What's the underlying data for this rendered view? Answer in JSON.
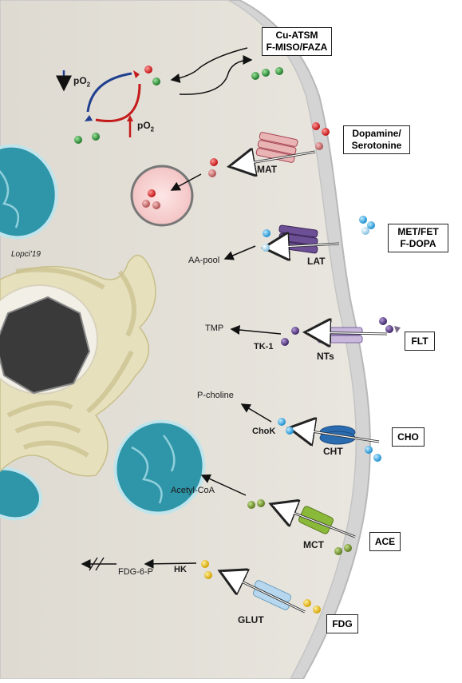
{
  "diagram": {
    "signature": "Lopci'19",
    "hypoxia": {
      "po2_down": "pO",
      "po2_up": "pO",
      "subscript": "2"
    },
    "tracer_boxes": [
      {
        "id": "hypoxia",
        "lines": [
          "Cu-ATSM",
          "F-MISO/FAZA"
        ]
      },
      {
        "id": "dopamine",
        "lines": [
          "Dopamine/",
          "Serotonine"
        ]
      },
      {
        "id": "amino",
        "lines": [
          "MET/FET",
          "F-DOPA"
        ]
      },
      {
        "id": "flt",
        "lines": [
          "FLT"
        ]
      },
      {
        "id": "cho",
        "lines": [
          "CHO"
        ]
      },
      {
        "id": "ace",
        "lines": [
          "ACE"
        ]
      },
      {
        "id": "fdg",
        "lines": [
          "FDG"
        ]
      }
    ],
    "transporters": {
      "mat": "MAT",
      "lat": "LAT",
      "nts": "NTs",
      "cht": "CHT",
      "mct": "MCT",
      "glut": "GLUT"
    },
    "metabolites": {
      "aa_pool": "AA-pool",
      "tmp": "TMP",
      "tk1": "TK-1",
      "p_choline": "P-choline",
      "chok": "ChoK",
      "acetyl_coa": "Acetyl-CoA",
      "fdg6p": "FDG-6-P",
      "hk": "HK"
    },
    "colors": {
      "cytoplasm": "#e6e2da",
      "membrane": "#d9d9d9",
      "mitochondria": "#2f95a8",
      "nucleus": "#3a3a3a",
      "er": "#dcd6b0",
      "mat": "#e8b4b4",
      "lat": "#6c4f94",
      "nts": "#c9b8dc",
      "cht": "#2b6cb0",
      "mct": "#8ab93a",
      "glut": "#b7d7ee",
      "red_dot": "#d42020",
      "green_dot": "#2e8b3a",
      "blue_dot": "#2a9fd8",
      "purple_dot": "#5a3d86",
      "yellow_dot": "#e6b800",
      "olive_dot": "#6f8f2a"
    }
  }
}
